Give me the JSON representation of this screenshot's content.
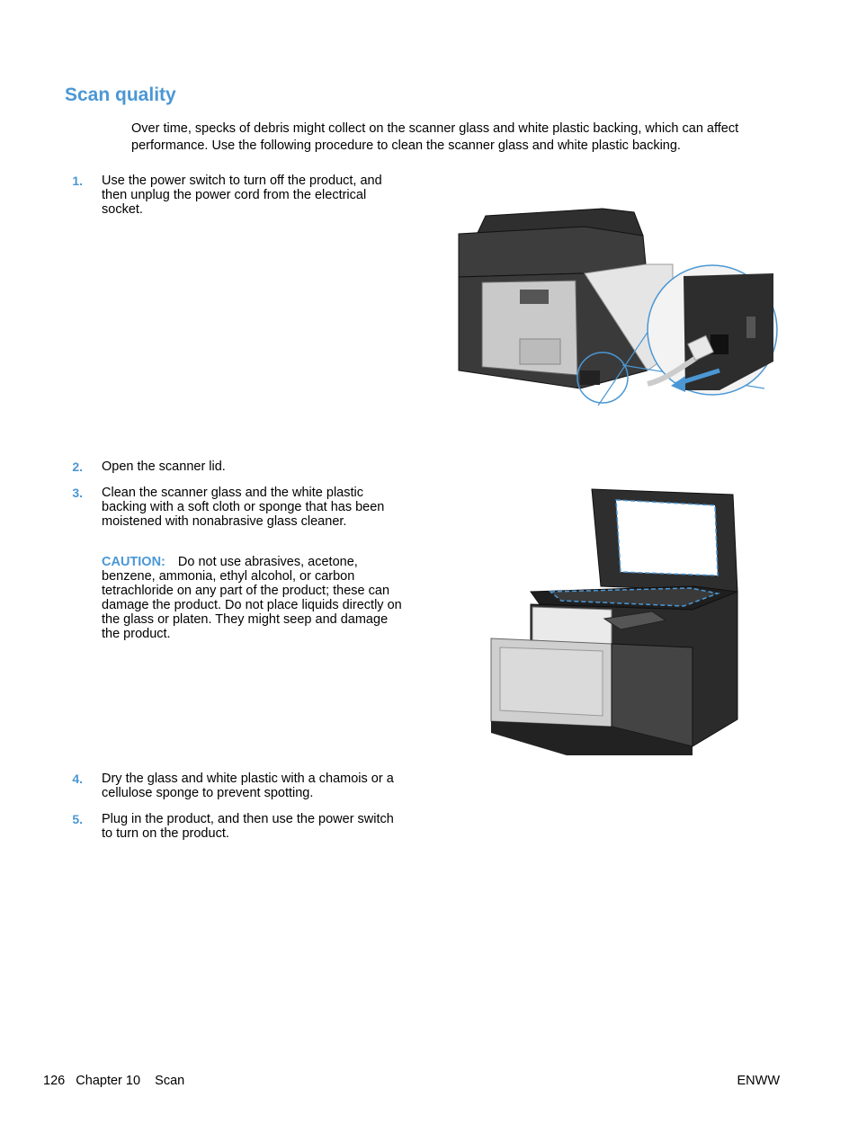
{
  "heading": "Scan quality",
  "intro": "Over time, specks of debris might collect on the scanner glass and white plastic backing, which can affect performance. Use the following procedure to clean the scanner glass and white plastic backing.",
  "steps": [
    {
      "num": "1.",
      "text": "Use the power switch to turn off the product, and then unplug the power cord from the electrical socket."
    },
    {
      "num": "2.",
      "text": "Open the scanner lid."
    },
    {
      "num": "3.",
      "text": "Clean the scanner glass and the white plastic backing with a soft cloth or sponge that has been moistened with nonabrasive glass cleaner."
    },
    {
      "num": "4.",
      "text": "Dry the glass and white plastic with a chamois or a cellulose sponge to prevent spotting."
    },
    {
      "num": "5.",
      "text": "Plug in the product, and then use the power switch to turn on the product."
    }
  ],
  "caution": {
    "label": "CAUTION:",
    "text": "Do not use abrasives, acetone, benzene, ammonia, ethyl alcohol, or carbon tetrachloride on any part of the product; these can damage the product. Do not place liquids directly on the glass or platen. They might seep and damage the product."
  },
  "footer": {
    "page": "126",
    "chapter": "Chapter 10",
    "section": "Scan",
    "right": "ENWW"
  },
  "colors": {
    "accent": "#4b97d4"
  }
}
